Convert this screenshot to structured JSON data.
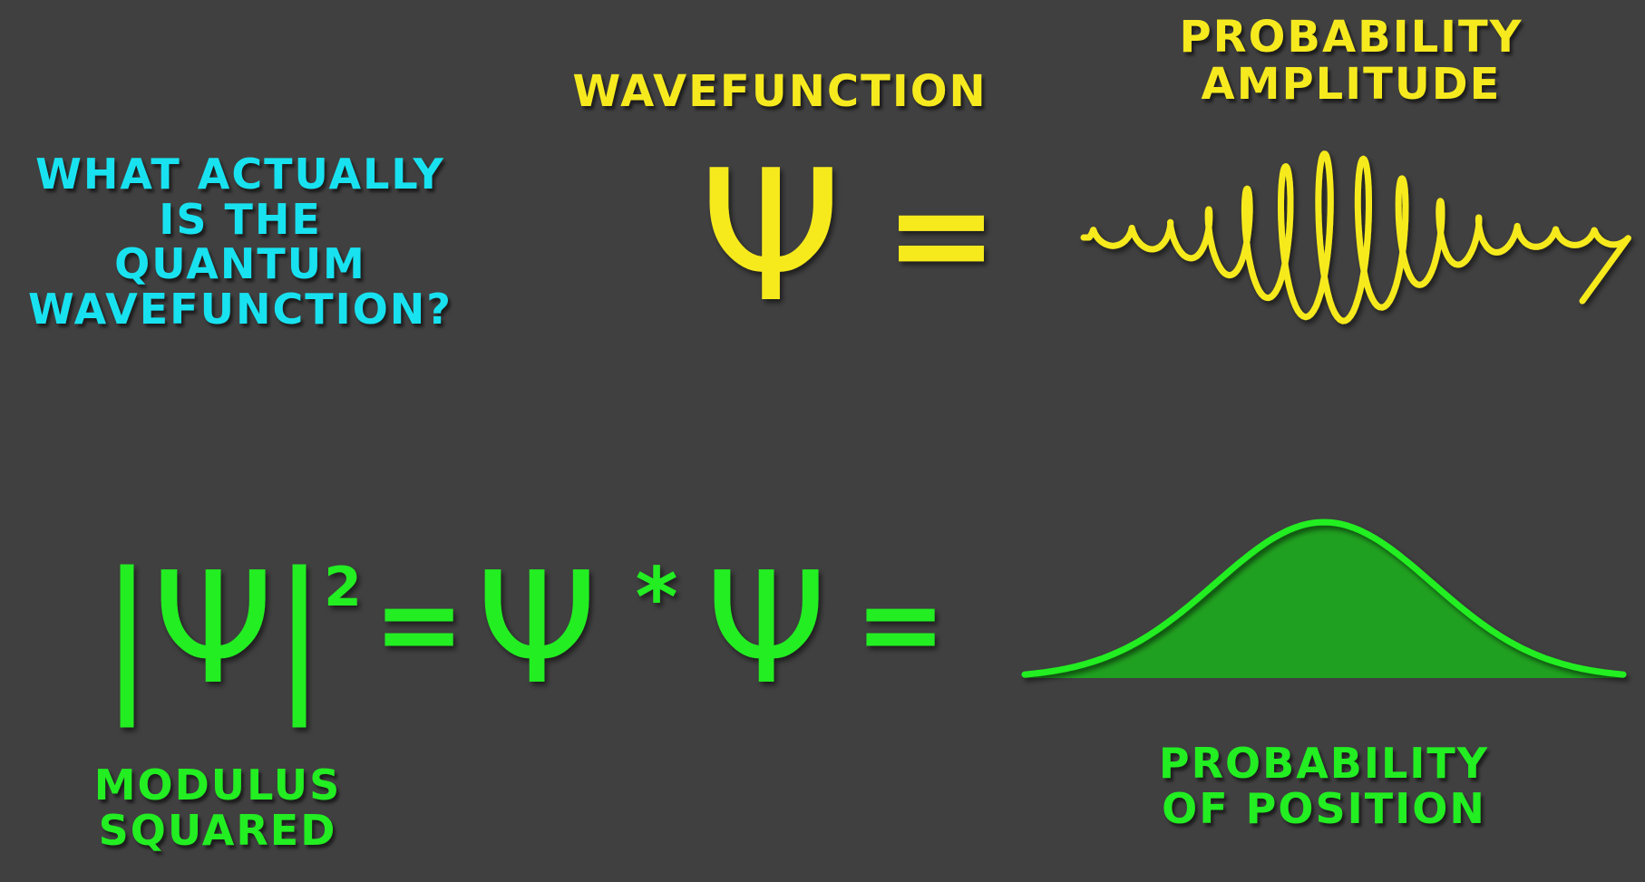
{
  "colors": {
    "background": "#404040",
    "yellow": "#f6ea1f",
    "cyan": "#18e2f0",
    "green": "#22ee22",
    "green_fill": "#20a020"
  },
  "question": {
    "lines": [
      "WHAT ACTUALLY",
      "IS THE",
      "QUANTUM",
      "WAVEFUNCTION?"
    ]
  },
  "wavefunction_title": "WAVEFUNCTION",
  "probability_amplitude_title": {
    "lines": [
      "PROBABILITY",
      "AMPLITUDE"
    ]
  },
  "top_equation": {
    "psi": "Ψ",
    "equals": "="
  },
  "bottom_equation": {
    "bar": "|",
    "psi": "Ψ",
    "exponent": "2",
    "equals": "=",
    "conjugate": "*"
  },
  "modulus_squared_title": {
    "lines": [
      "MODULUS",
      "SQUARED"
    ]
  },
  "probability_of_position_title": {
    "lines": [
      "PROBABILITY",
      "OF POSITION"
    ]
  }
}
